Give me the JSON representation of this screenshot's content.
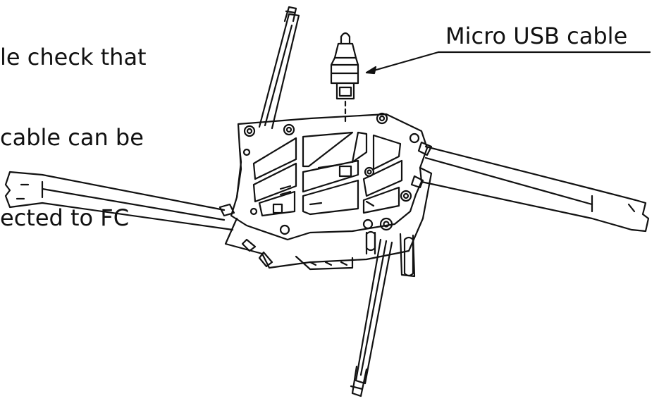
{
  "note": {
    "lines": [
      "le check that",
      "cable can be",
      "ected to FC"
    ]
  },
  "callout": {
    "label": "Micro USB cable"
  },
  "colors": {
    "line": "#111111",
    "background": "#ffffff"
  }
}
